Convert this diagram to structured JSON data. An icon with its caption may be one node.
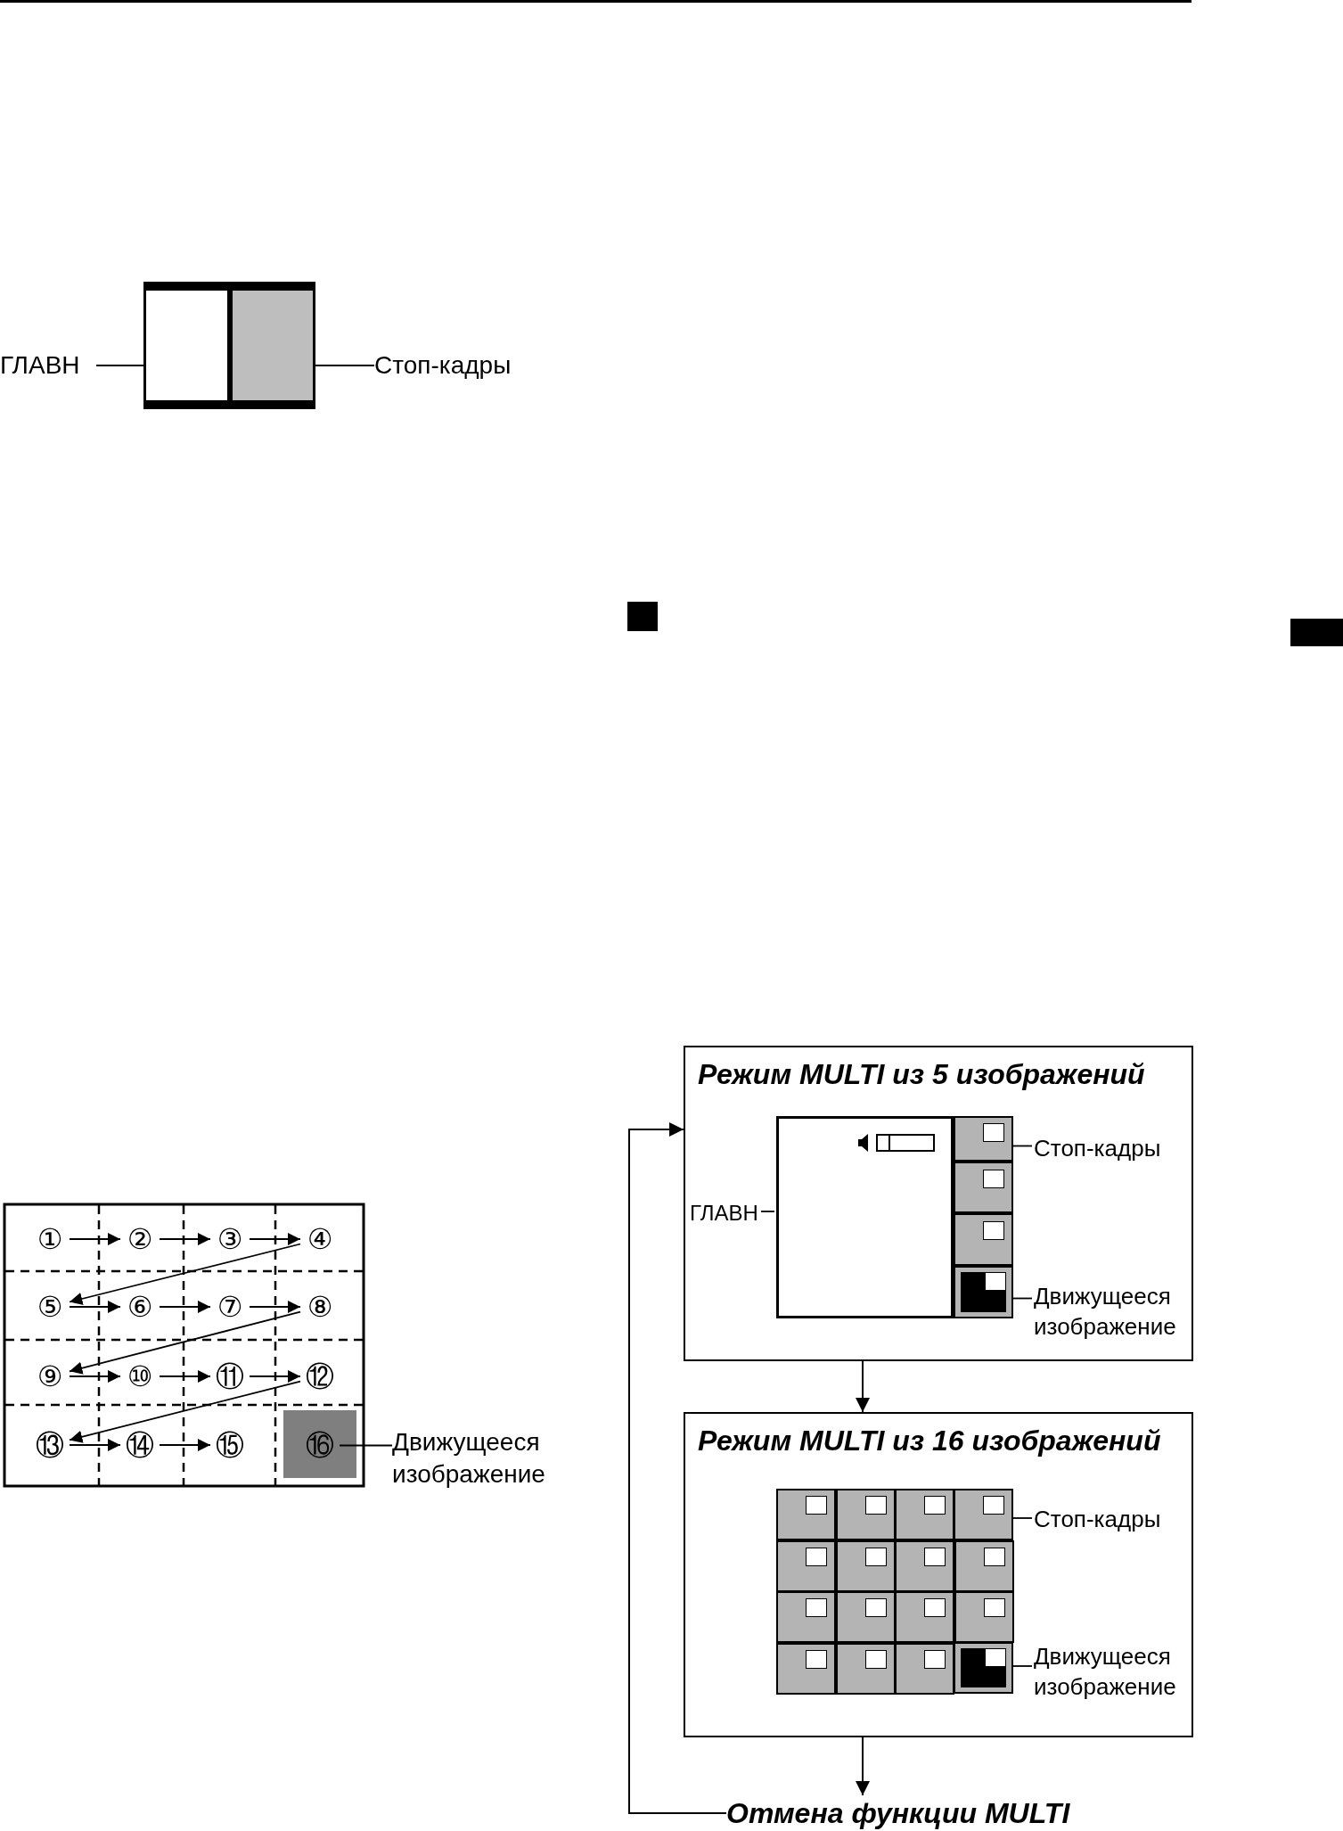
{
  "diagram": {
    "nodes": [
      {
        "text": [
          "ГЛАВН"
        ]
      },
      {
        "text": [],
        "shape": "box"
      },
      {
        "text": [],
        "shape": "box"
      },
      {
        "text": [
          "Стоп-кадры"
        ]
      },
      {
        "text": [
          "①"
        ]
      },
      {
        "text": [
          "②"
        ]
      },
      {
        "text": [
          "③"
        ]
      },
      {
        "text": [
          "④"
        ]
      },
      {
        "text": [
          "⑤"
        ]
      },
      {
        "text": [
          "⑥"
        ]
      },
      {
        "text": [
          "⑦"
        ]
      },
      {
        "text": [
          "⑧"
        ]
      },
      {
        "text": [
          "⑨"
        ]
      },
      {
        "text": [
          "⑩"
        ]
      },
      {
        "text": [
          "⑪"
        ]
      },
      {
        "text": [
          "⑫"
        ]
      },
      {
        "text": [
          "⑬"
        ]
      },
      {
        "text": [
          "⑭"
        ]
      },
      {
        "text": [
          "⑮"
        ]
      },
      {
        "text": [
          "⑯"
        ]
      },
      {
        "text": [
          "Движущееся изображение"
        ]
      },
      {
        "text": [
          "Режим MULTI из 5 изображений"
        ]
      },
      {
        "text": [
          "ГЛАВН"
        ],
        "in": 21
      },
      {
        "text": [],
        "shape": "box",
        "in": 21
      },
      {
        "text": [],
        "shape": "box",
        "in": 21
      },
      {
        "text": [
          "Стоп-кадры"
        ],
        "in": 21
      },
      {
        "text": [],
        "shape": "box",
        "in": 21
      },
      {
        "text": [
          "Движущееся изображение"
        ],
        "in": 21
      },
      {
        "text": [
          "Режим MULTI из 16 изображений"
        ]
      },
      {
        "text": [],
        "shape": "box",
        "in": 28
      },
      {
        "text": [
          "Стоп-кадры"
        ],
        "in": 28
      },
      {
        "text": [],
        "shape": "box",
        "in": 28
      },
      {
        "text": [
          "Движущееся изображение"
        ],
        "in": 28
      },
      {
        "text": [
          "Отмена функции MULTI"
        ]
      }
    ],
    "edges": [
      {
        "from": 0,
        "to": 1,
        "arrow": "none"
      },
      {
        "from": 3,
        "to": 2,
        "arrow": "none"
      },
      {
        "from": 4,
        "to": 5,
        "arrow": "to"
      },
      {
        "from": 5,
        "to": 6,
        "arrow": "to"
      },
      {
        "from": 6,
        "to": 7,
        "arrow": "to"
      },
      {
        "from": 7,
        "to": 8,
        "arrow": "to"
      },
      {
        "from": 8,
        "to": 9,
        "arrow": "to"
      },
      {
        "from": 9,
        "to": 10,
        "arrow": "to"
      },
      {
        "from": 10,
        "to": 11,
        "arrow": "to"
      },
      {
        "from": 11,
        "to": 12,
        "arrow": "to"
      },
      {
        "from": 12,
        "to": 13,
        "arrow": "to"
      },
      {
        "from": 13,
        "to": 14,
        "arrow": "to"
      },
      {
        "from": 14,
        "to": 15,
        "arrow": "to"
      },
      {
        "from": 15,
        "to": 16,
        "arrow": "to"
      },
      {
        "from": 16,
        "to": 17,
        "arrow": "to"
      },
      {
        "from": 17,
        "to": 18,
        "arrow": "to"
      },
      {
        "from": 20,
        "to": 19,
        "arrow": "none"
      },
      {
        "from": 22,
        "to": 23,
        "arrow": "none"
      },
      {
        "from": 25,
        "to": 24,
        "arrow": "none"
      },
      {
        "from": 27,
        "to": 26,
        "arrow": "none"
      },
      {
        "from": 21,
        "to": 28,
        "arrow": "to"
      },
      {
        "from": 30,
        "to": 29,
        "arrow": "none"
      },
      {
        "from": 32,
        "to": 31,
        "arrow": "none"
      },
      {
        "from": 28,
        "to": 33,
        "arrow": "to"
      },
      {
        "from": 33,
        "to": 21,
        "arrow": "to"
      }
    ]
  }
}
